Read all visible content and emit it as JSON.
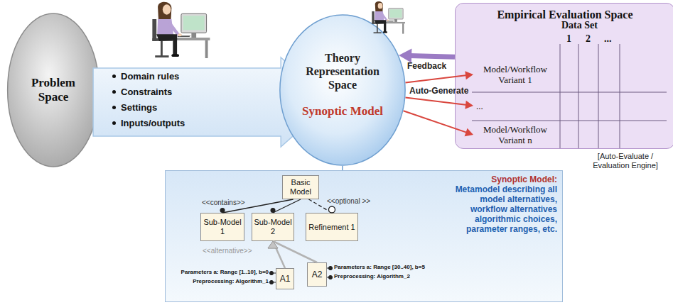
{
  "diagram": {
    "nodes": [
      {
        "text": [
          "Problem Space"
        ]
      },
      {
        "text": [
          "Domain rules",
          "Constraints",
          "Settings",
          "Inputs/outputs"
        ]
      },
      {
        "text": [
          "Theory Representation Space",
          "Synoptic Model"
        ]
      },
      {
        "text": [
          "Empirical Evaluation Space"
        ]
      },
      {
        "text": [
          "Model/Workflow Variant 1"
        ],
        "in": 3
      },
      {
        "text": [
          "..."
        ],
        "in": 3
      },
      {
        "text": [
          "Model/Workflow Variant n"
        ],
        "in": 3
      },
      {
        "text": [
          "Synoptic Model:",
          "Metamodel describing all model alternatives, workflow alternatives algorithmic choices, parameter ranges, etc."
        ]
      },
      {
        "text": [
          "Basic Model"
        ],
        "in": 7
      },
      {
        "text": [
          "Sub-Model 1"
        ],
        "in": 7
      },
      {
        "text": [
          "Sub-Model 2"
        ],
        "in": 7
      },
      {
        "text": [
          "Refinement 1"
        ],
        "in": 7
      },
      {
        "text": [
          "A1"
        ],
        "in": 7
      },
      {
        "text": [
          "A2"
        ],
        "in": 7
      }
    ],
    "edges": [
      {
        "from": 2,
        "to": 4,
        "arrow": "to"
      },
      {
        "from": 2,
        "to": 5,
        "arrow": "to"
      },
      {
        "from": 2,
        "to": 6,
        "arrow": "to"
      },
      {
        "from": 3,
        "to": 2,
        "label": "Feedback",
        "arrow": "to"
      },
      {
        "from": 2,
        "to": 7,
        "arrow": "none"
      },
      {
        "from": 8,
        "to": 9,
        "arrow": "none"
      },
      {
        "from": 8,
        "to": 10,
        "arrow": "none"
      },
      {
        "from": 8,
        "to": 11,
        "arrow": "none"
      },
      {
        "from": 10,
        "to": 12,
        "arrow": "none"
      },
      {
        "from": 10,
        "to": 13,
        "arrow": "none"
      }
    ],
    "labels": [
      "Auto-Generate",
      "Data Set",
      "1",
      "2",
      "...",
      "<<contains>>",
      "<<optional >>",
      "<<alternative>>",
      "Parameters a: Range [1..10], b=0",
      "Preprocessing: Algorithm_1",
      "Parameters a: Range [30..40], b=5",
      "Preprocessing: Algorithm_2",
      "[Auto-Evaluate / Evaluation Engine]"
    ]
  }
}
